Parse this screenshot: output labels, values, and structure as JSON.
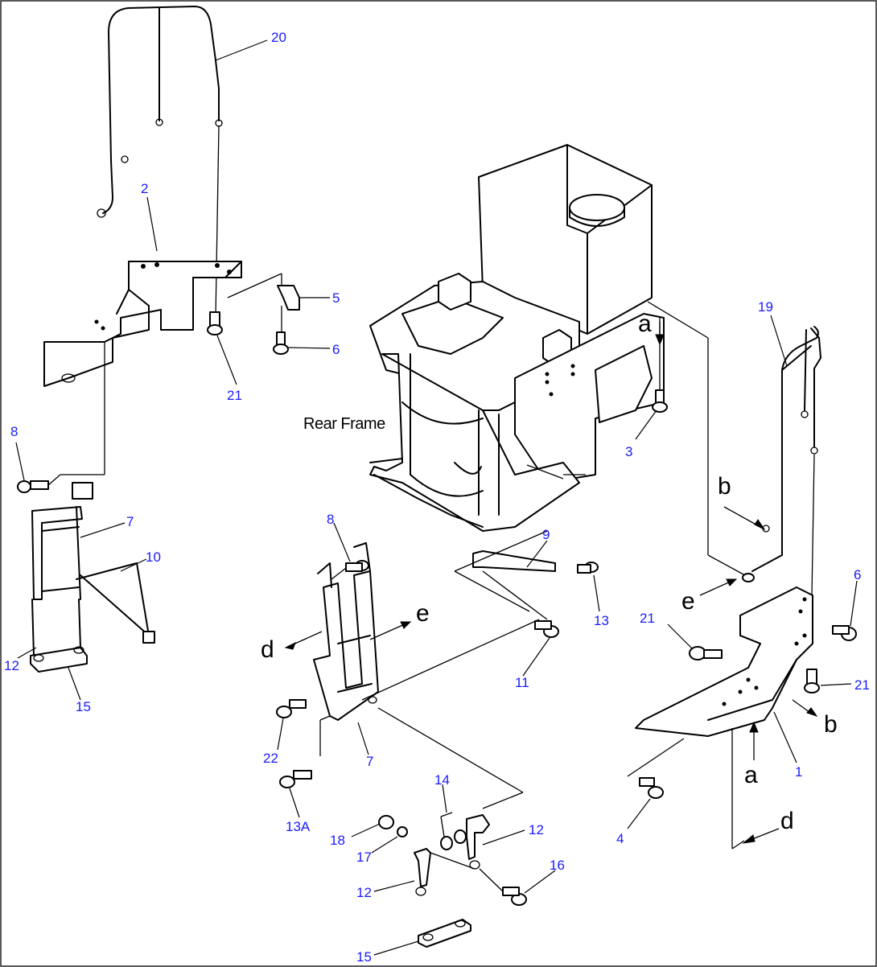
{
  "frame_label": "Rear Frame",
  "callouts": {
    "c1": "1",
    "c2": "2",
    "c3": "3",
    "c4": "4",
    "c5": "5",
    "c6a": "6",
    "c6b": "6",
    "c7a": "7",
    "c7b": "7",
    "c8a": "8",
    "c8b": "8",
    "c9": "9",
    "c10": "10",
    "c11": "11",
    "c12a": "12",
    "c12b": "12",
    "c12c": "12",
    "c13": "13",
    "c13a": "13A",
    "c14": "14",
    "c15a": "15",
    "c15b": "15",
    "c16": "16",
    "c17": "17",
    "c18": "18",
    "c19": "19",
    "c20": "20",
    "c21a": "21",
    "c21b": "21",
    "c21c": "21",
    "c22": "22"
  },
  "connection_letters": {
    "a1": "a",
    "a2": "a",
    "b1": "b",
    "b2": "b",
    "d1": "d",
    "d2": "d",
    "e1": "e",
    "e2": "e"
  }
}
